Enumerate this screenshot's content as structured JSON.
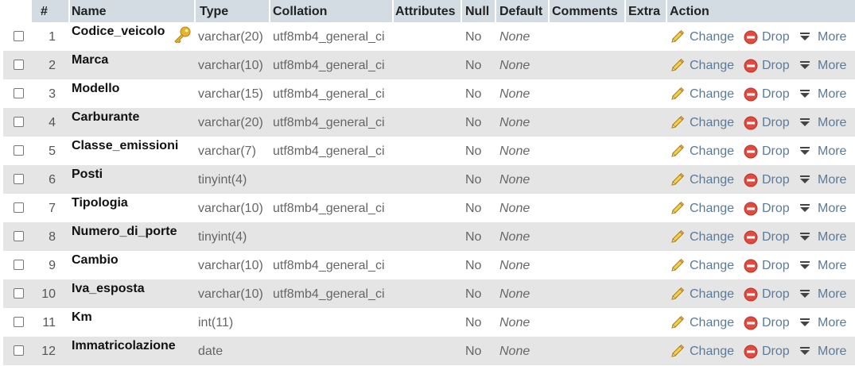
{
  "headers": {
    "num": "#",
    "name": "Name",
    "type": "Type",
    "collation": "Collation",
    "attributes": "Attributes",
    "null": "Null",
    "default": "Default",
    "comments": "Comments",
    "extra": "Extra",
    "action": "Action"
  },
  "actions": {
    "change": "Change",
    "drop": "Drop",
    "more": "More"
  },
  "rows": [
    {
      "num": "1",
      "name": "Codice_veicolo",
      "type": "varchar(20)",
      "collation": "utf8mb4_general_ci",
      "null": "No",
      "default": "None",
      "primary_key": true
    },
    {
      "num": "2",
      "name": "Marca",
      "type": "varchar(10)",
      "collation": "utf8mb4_general_ci",
      "null": "No",
      "default": "None"
    },
    {
      "num": "3",
      "name": "Modello",
      "type": "varchar(15)",
      "collation": "utf8mb4_general_ci",
      "null": "No",
      "default": "None"
    },
    {
      "num": "4",
      "name": "Carburante",
      "type": "varchar(20)",
      "collation": "utf8mb4_general_ci",
      "null": "No",
      "default": "None"
    },
    {
      "num": "5",
      "name": "Classe_emissioni",
      "type": "varchar(7)",
      "collation": "utf8mb4_general_ci",
      "null": "No",
      "default": "None"
    },
    {
      "num": "6",
      "name": "Posti",
      "type": "tinyint(4)",
      "collation": "",
      "null": "No",
      "default": "None"
    },
    {
      "num": "7",
      "name": "Tipologia",
      "type": "varchar(10)",
      "collation": "utf8mb4_general_ci",
      "null": "No",
      "default": "None"
    },
    {
      "num": "8",
      "name": "Numero_di_porte",
      "type": "tinyint(4)",
      "collation": "",
      "null": "No",
      "default": "None"
    },
    {
      "num": "9",
      "name": "Cambio",
      "type": "varchar(10)",
      "collation": "utf8mb4_general_ci",
      "null": "No",
      "default": "None"
    },
    {
      "num": "10",
      "name": "Iva_esposta",
      "type": "varchar(10)",
      "collation": "utf8mb4_general_ci",
      "null": "No",
      "default": "None"
    },
    {
      "num": "11",
      "name": "Km",
      "type": "int(11)",
      "collation": "",
      "null": "No",
      "default": "None"
    },
    {
      "num": "12",
      "name": "Immatricolazione",
      "type": "date",
      "collation": "",
      "null": "No",
      "default": "None"
    }
  ],
  "colors": {
    "header_bg": "#d3dce3",
    "row_even": "#e5e5e5",
    "link": "#5b7b98",
    "drop_red": "#e04a3f",
    "key_gold": "#e8b32c"
  },
  "icons": {
    "primary_key": "key-icon",
    "change": "pencil-icon",
    "drop": "drop-icon",
    "more": "dropdown-arrow-icon"
  }
}
